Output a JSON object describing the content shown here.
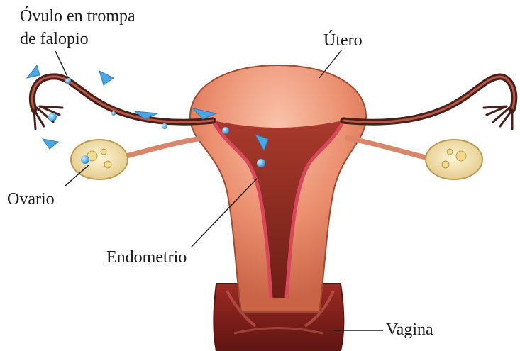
{
  "labels": {
    "ovulo_line1": "Óvulo en trompa",
    "ovulo_line2": "de falopio",
    "utero": "Útero",
    "ovario": "Ovario",
    "endometrio": "Endometrio",
    "vagina": "Vagina"
  },
  "colors": {
    "uterus_wall": "#e98a6c",
    "uterus_light": "#f6b29a",
    "cavity": "#8a2a20",
    "endometrium": "#d9485a",
    "tube": "#4a1f18",
    "ovary": "#f3e3b0",
    "egg": "#4db2e8",
    "arrow": "#4aa6e0",
    "vagina": "#7a1c1c"
  }
}
